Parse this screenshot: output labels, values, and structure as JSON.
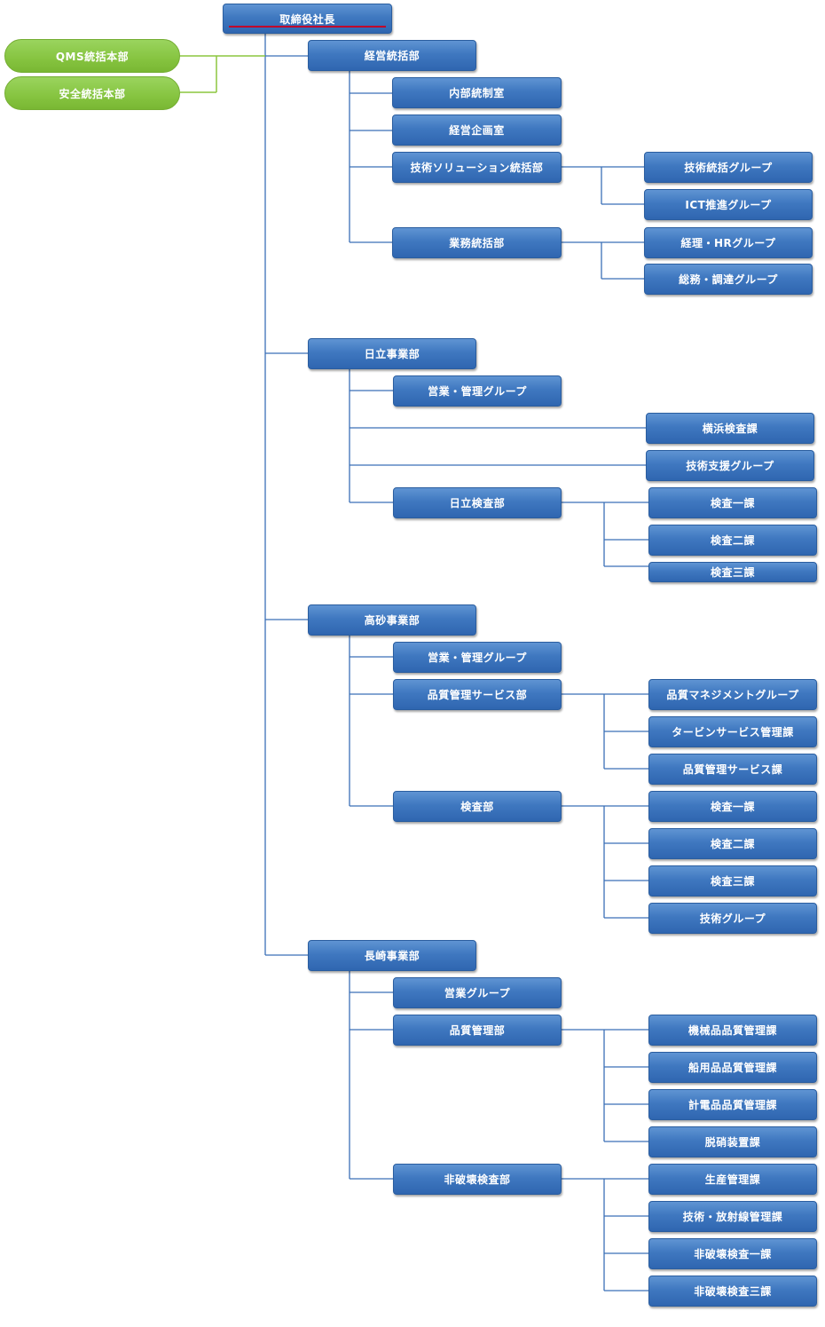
{
  "president": "取締役社長",
  "staff_units": [
    "QMS統括本部",
    "安全統括本部"
  ],
  "hq": {
    "name": "経営統括部",
    "units": [
      "内部統制室",
      "経営企画室"
    ],
    "tech": {
      "name": "技術ソリューション統括部",
      "groups": [
        "技術統括グループ",
        "ICT推進グループ"
      ]
    },
    "business": {
      "name": "業務統括部",
      "groups": [
        "経理・HRグループ",
        "総務・調達グループ"
      ]
    }
  },
  "hitachi": {
    "name": "日立事業部",
    "sales": "営業・管理グループ",
    "direct": [
      "横浜検査課",
      "技術支援グループ"
    ],
    "inspection": {
      "name": "日立検査部",
      "sections": [
        "検査一課",
        "検査二課",
        "検査三課"
      ]
    }
  },
  "takasago": {
    "name": "高砂事業部",
    "sales": "営業・管理グループ",
    "quality": {
      "name": "品質管理サービス部",
      "sections": [
        "品質マネジメントグループ",
        "タービンサービス管理課",
        "品質管理サービス課"
      ]
    },
    "inspection": {
      "name": "検査部",
      "sections": [
        "検査一課",
        "検査二課",
        "検査三課",
        "技術グループ"
      ]
    }
  },
  "nagasaki": {
    "name": "長崎事業部",
    "sales": "営業グループ",
    "quality": {
      "name": "品質管理部",
      "sections": [
        "機械品品質管理課",
        "船用品品質管理課",
        "計電品品質管理課",
        "脱硝装置課"
      ]
    },
    "ndt": {
      "name": "非破壊検査部",
      "sections": [
        "生産管理課",
        "技術・放射線管理課",
        "非破壊検査一課",
        "非破壊検査三課"
      ]
    }
  }
}
